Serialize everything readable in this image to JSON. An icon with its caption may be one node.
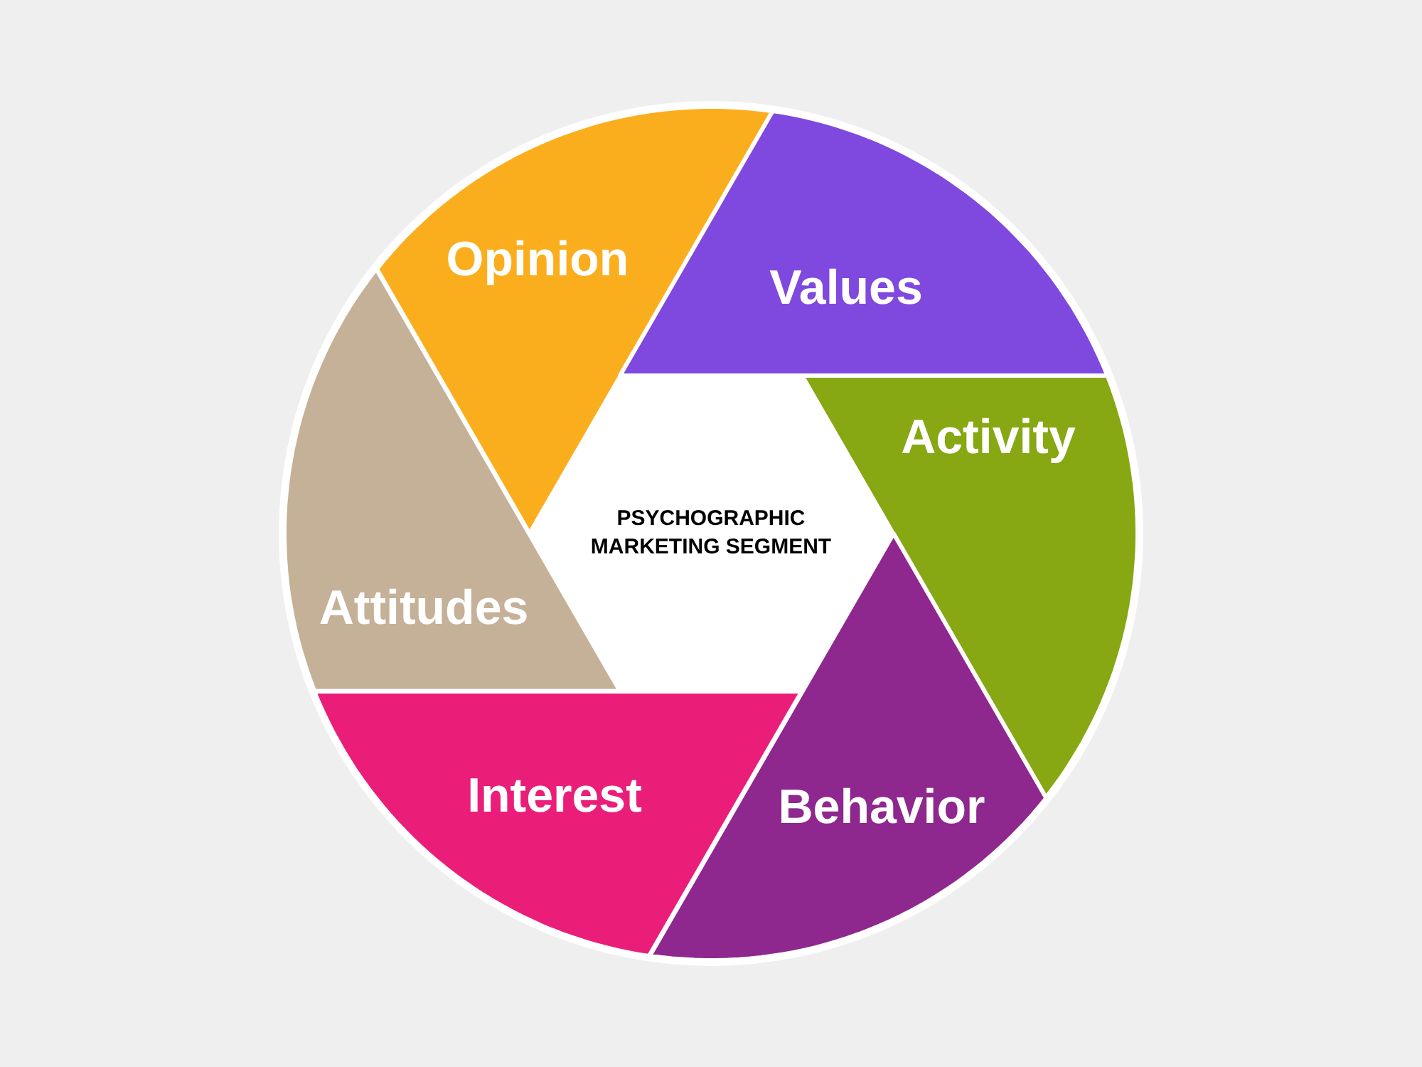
{
  "diagram": {
    "nodes": [
      {
        "text": [
          "PSYCHOGRAPHIC MARKETING SEGMENT"
        ]
      },
      {
        "text": [
          "Opinion"
        ]
      },
      {
        "text": [
          "Values"
        ]
      },
      {
        "text": [
          "Activity"
        ]
      },
      {
        "text": [
          "Behavior"
        ]
      },
      {
        "text": [
          "Interest"
        ]
      },
      {
        "text": [
          "Attitudes"
        ]
      }
    ]
  }
}
